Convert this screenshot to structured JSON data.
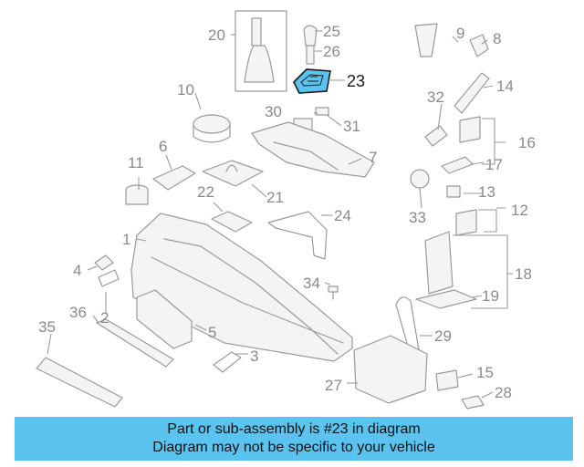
{
  "diagram": {
    "highlighted_part": "23",
    "callouts": [
      "1",
      "2",
      "3",
      "4",
      "5",
      "6",
      "7",
      "8",
      "9",
      "10",
      "11",
      "12",
      "13",
      "14",
      "15",
      "16",
      "17",
      "18",
      "19",
      "20",
      "21",
      "22",
      "23",
      "24",
      "25",
      "26",
      "27",
      "28",
      "29",
      "30",
      "31",
      "32",
      "33",
      "34",
      "35",
      "36"
    ],
    "highlight_color": "#5bc3ef"
  },
  "caption": {
    "line1": "Part or sub-assembly is #23 in diagram",
    "line2": "Diagram may not be specific to your vehicle",
    "background": "#5bc3ef"
  }
}
